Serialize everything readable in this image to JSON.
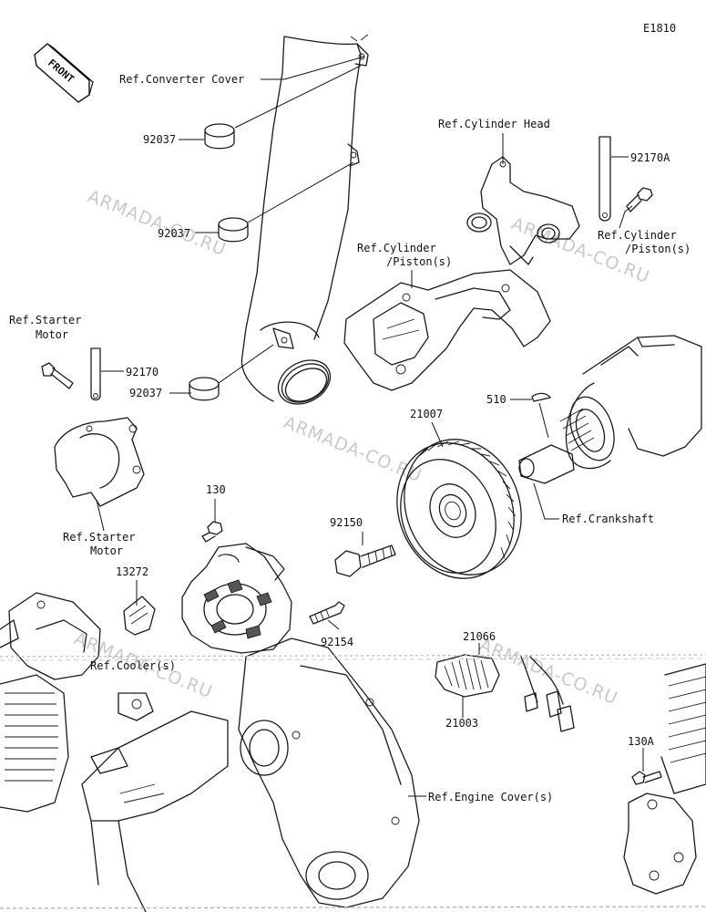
{
  "diagram_code": "E1810",
  "front_badge": "FRONT",
  "watermark": "ARMADA-CO.RU",
  "labels": {
    "ref_converter_cover": "Ref.Converter Cover",
    "p92037_top": "92037",
    "p92037_mid": "92037",
    "p92037_low": "92037",
    "ref_cylinder_head": "Ref.Cylinder Head",
    "p92170A": "92170A",
    "ref_cyl_piston_right_1": "Ref.Cylinder",
    "ref_cyl_piston_right_2": "/Piston(s)",
    "ref_cyl_piston_mid_1": "Ref.Cylinder",
    "ref_cyl_piston_mid_2": "/Piston(s)",
    "ref_starter_motor_top_1": "Ref.Starter",
    "ref_starter_motor_top_2": "Motor",
    "p92170": "92170",
    "p510": "510",
    "p21007": "21007",
    "ref_starter_motor_bot_1": "Ref.Starter",
    "ref_starter_motor_bot_2": "Motor",
    "ref_crankshaft": "Ref.Crankshaft",
    "p130": "130",
    "p92150": "92150",
    "p13272": "13272",
    "p92154": "92154",
    "p21066": "21066",
    "ref_cooler": "Ref.Cooler(s)",
    "p21003": "21003",
    "p130A": "130A",
    "ref_engine_covers": "Ref.Engine Cover(s)"
  }
}
